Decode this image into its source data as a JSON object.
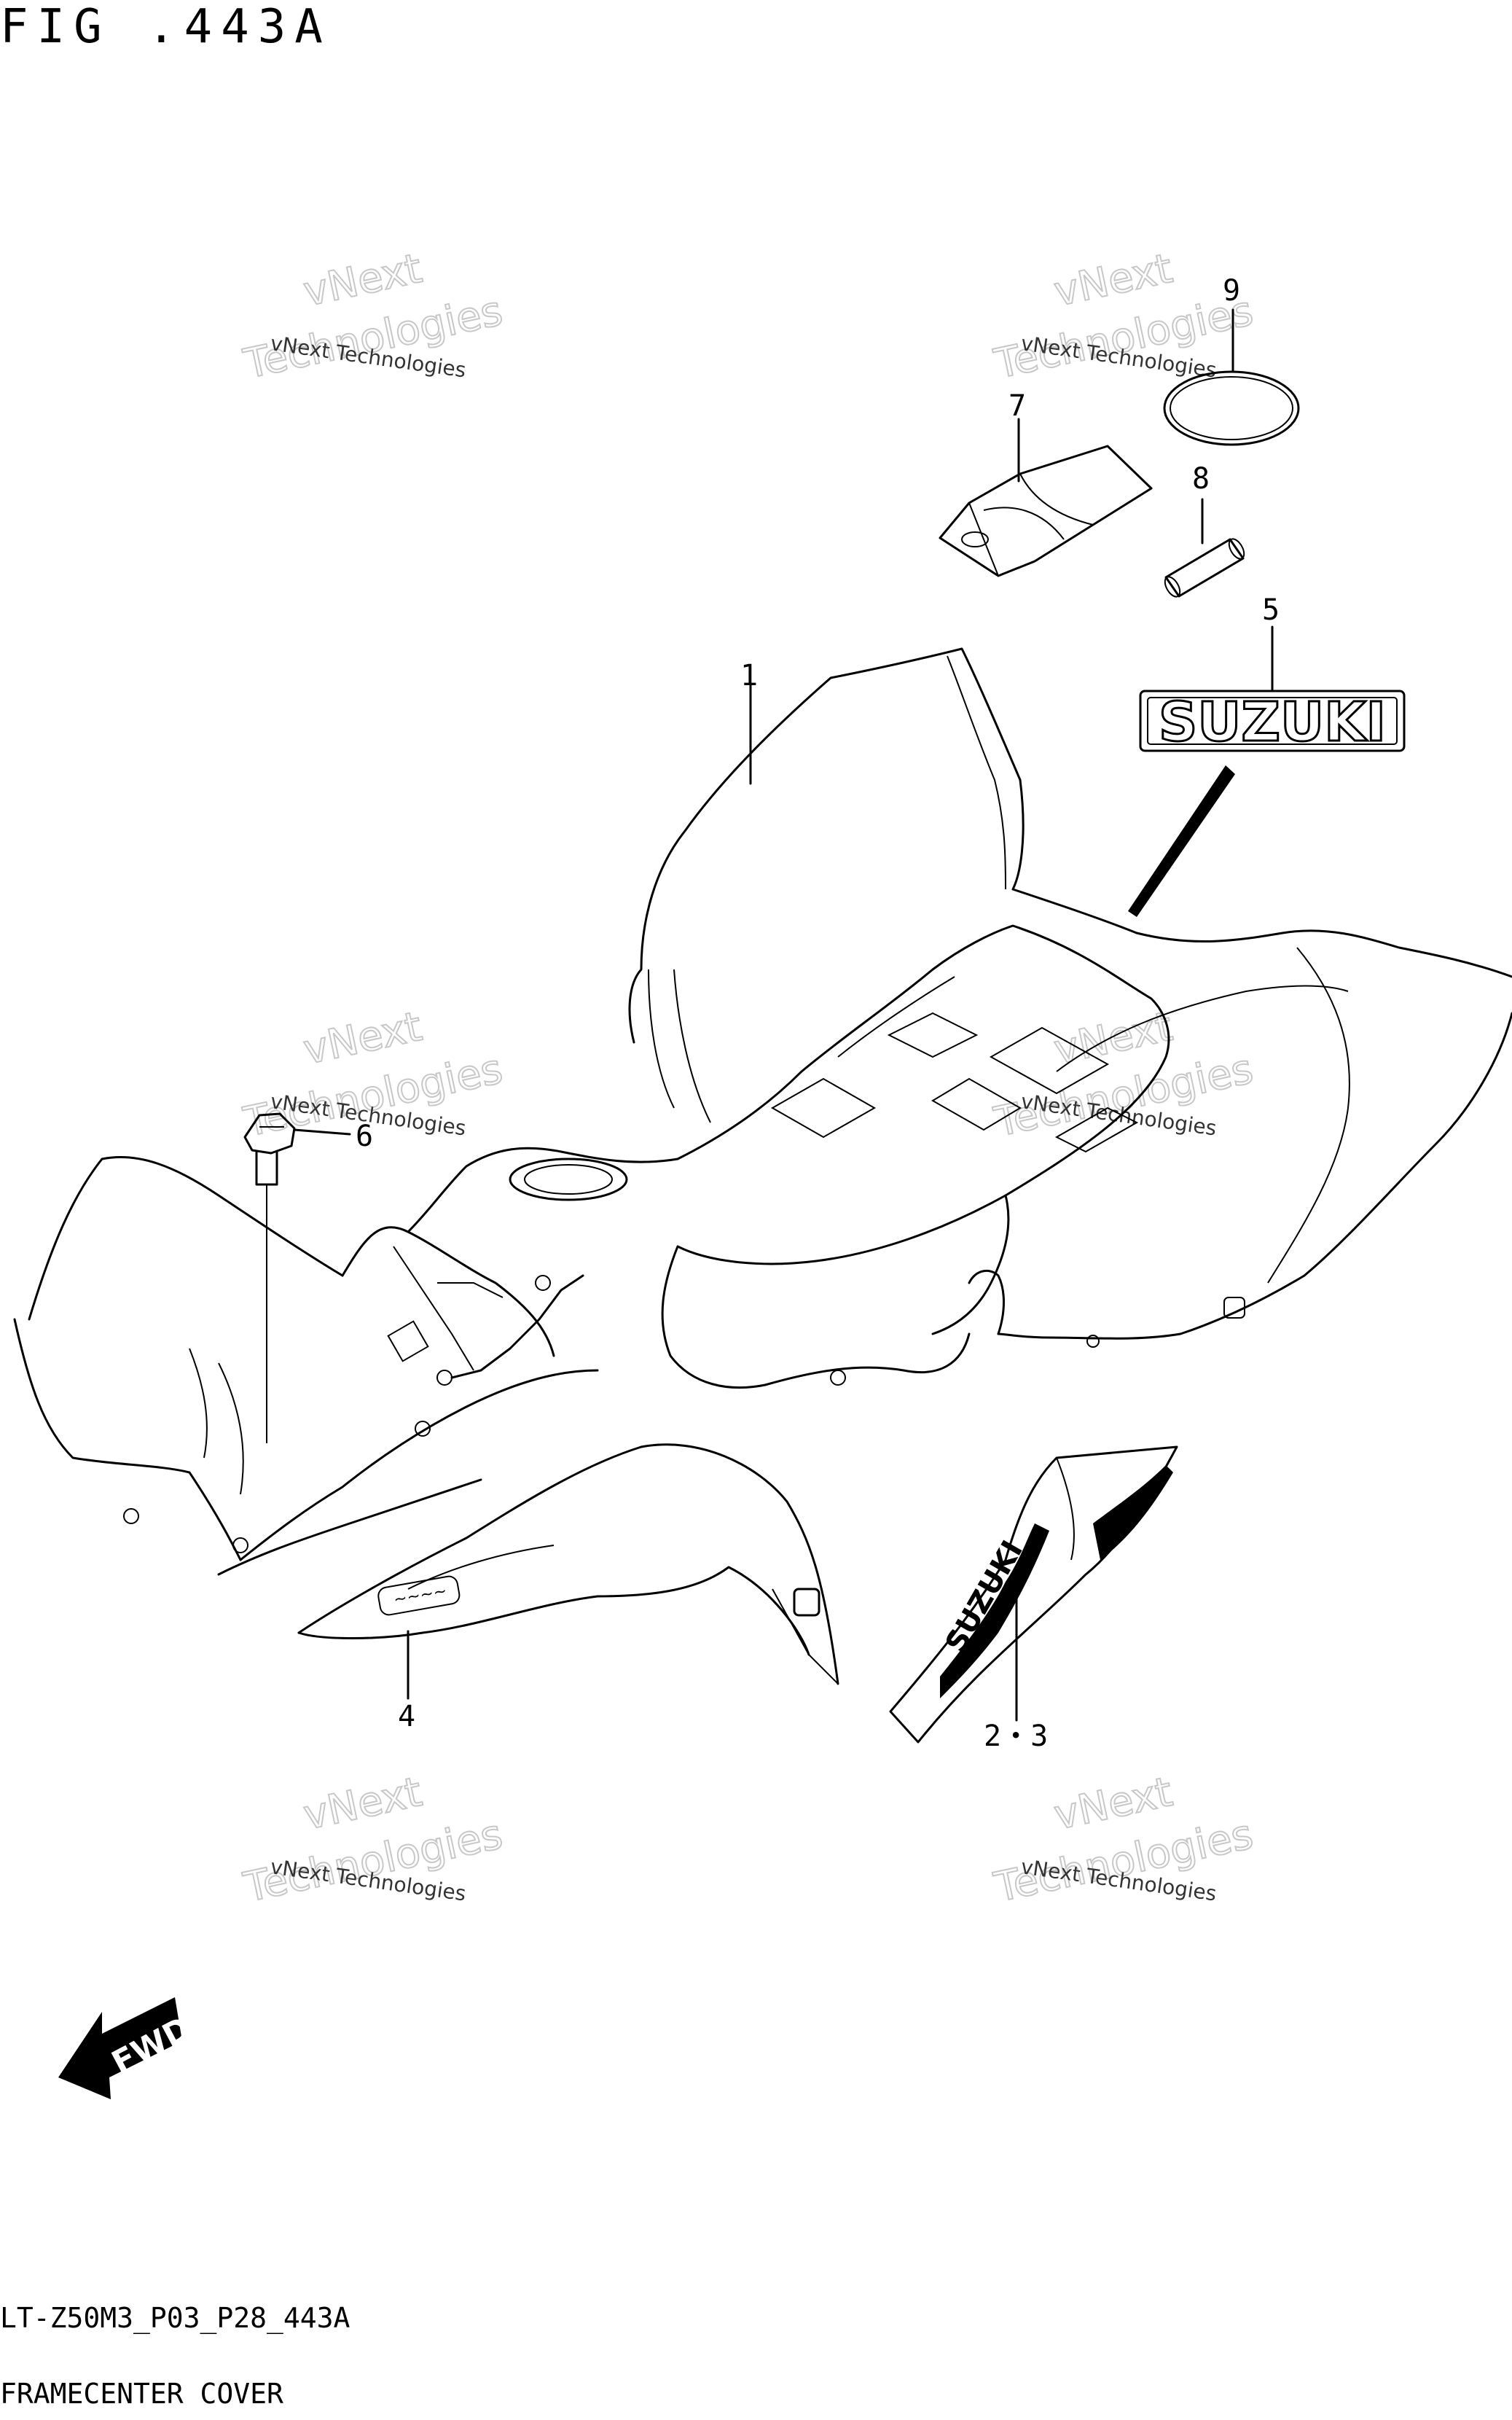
{
  "figure": {
    "title": "FIG .443A",
    "code": "LT-Z50M3_P03_P28_443A",
    "name": "FRAMECENTER COVER"
  },
  "callouts": {
    "c1": "1",
    "c23": "2・3",
    "c4": "4",
    "c5": "5",
    "c6": "6",
    "c7": "7",
    "c8": "8",
    "c9": "9"
  },
  "labels": {
    "brand_emblem": "SUZUKI",
    "fwd_arrow": "FWD"
  },
  "watermark": {
    "line1": "vNext Technologies",
    "line2": "vNext",
    "line3": "Technologies"
  }
}
